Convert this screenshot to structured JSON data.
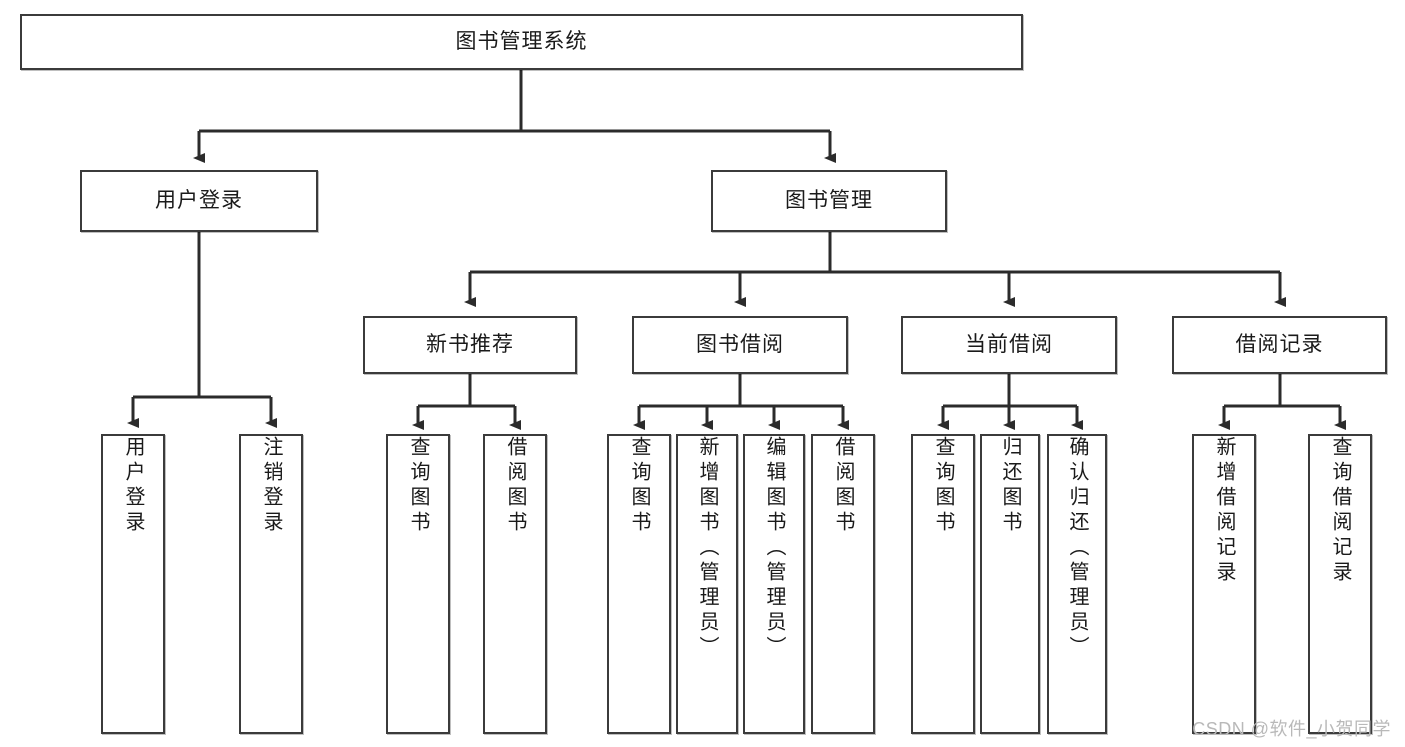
{
  "diagram": {
    "title": "图书管理系统",
    "type": "tree-hierarchy",
    "root": {
      "label": "图书管理系统"
    },
    "level2": [
      {
        "label": "用户登录"
      },
      {
        "label": "图书管理"
      }
    ],
    "level3": [
      {
        "label": "新书推荐"
      },
      {
        "label": "图书借阅"
      },
      {
        "label": "当前借阅"
      },
      {
        "label": "借阅记录"
      }
    ],
    "leaves": {
      "user_login": [
        {
          "label": "用户登录"
        },
        {
          "label": "注销登录"
        }
      ],
      "new_book_recommend": [
        {
          "label": "查询图书"
        },
        {
          "label": "借阅图书"
        }
      ],
      "book_borrow": [
        {
          "label": "查询图书"
        },
        {
          "label": "新增图书（管理员）"
        },
        {
          "label": "编辑图书（管理员）"
        },
        {
          "label": "借阅图书"
        }
      ],
      "current_borrow": [
        {
          "label": "查询图书"
        },
        {
          "label": "归还图书"
        },
        {
          "label": "确认归还（管理员）"
        }
      ],
      "borrow_record": [
        {
          "label": "新增借阅记录"
        },
        {
          "label": "查询借阅记录"
        }
      ]
    }
  },
  "watermark": {
    "text": "CSDN @软件_小贺同学"
  },
  "colors": {
    "border": "#3b3b3b",
    "background": "#ffffff",
    "text": "#1a1a1a",
    "watermark": "#b9b9b9"
  }
}
